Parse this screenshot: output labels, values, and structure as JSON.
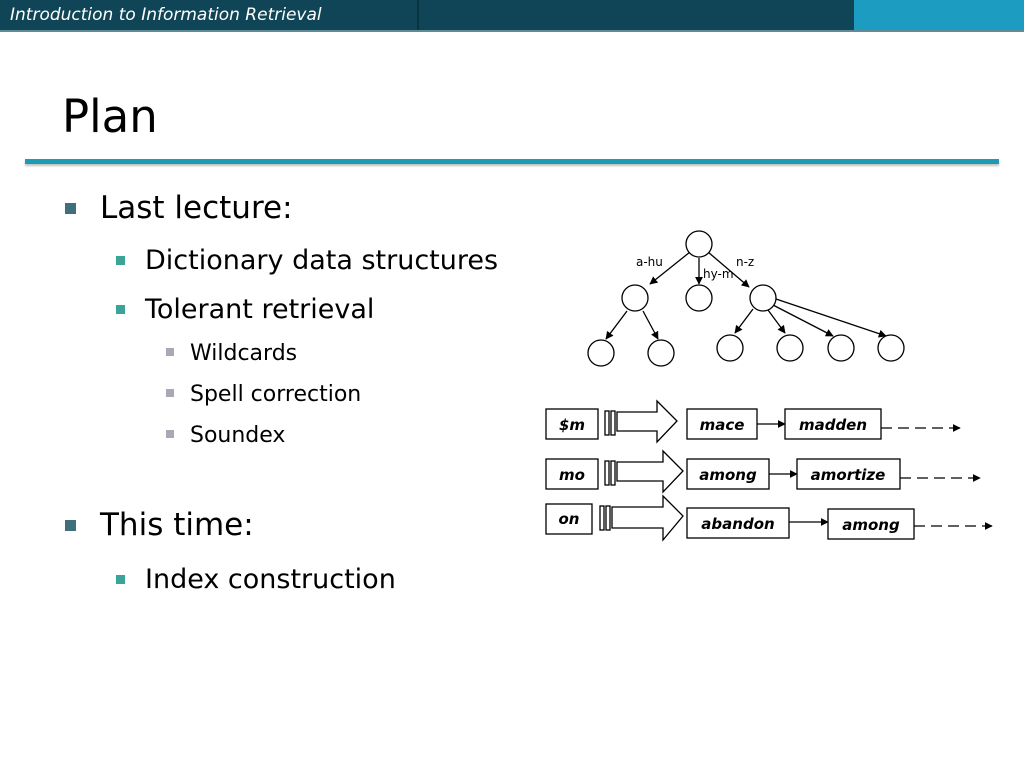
{
  "header": {
    "course_title": "Introduction to Information Retrieval"
  },
  "slide": {
    "title": "Plan",
    "bullets": [
      {
        "text": "Last lecture:",
        "subs": [
          {
            "text": "Dictionary data structures"
          },
          {
            "text": "Tolerant retrieval",
            "subs": [
              {
                "text": "Wildcards"
              },
              {
                "text": "Spell correction"
              },
              {
                "text": "Soundex"
              }
            ]
          }
        ]
      },
      {
        "text": "This time:",
        "subs": [
          {
            "text": "Index construction"
          }
        ]
      }
    ]
  },
  "tree": {
    "edge_labels": [
      "a-hu",
      "hy-m",
      "n-z"
    ]
  },
  "permuterm": {
    "rows": [
      {
        "key": "$m",
        "terms": [
          "mace",
          "madden"
        ]
      },
      {
        "key": "mo",
        "terms": [
          "among",
          "amortize"
        ]
      },
      {
        "key": "on",
        "terms": [
          "abandon",
          "among"
        ]
      }
    ]
  }
}
